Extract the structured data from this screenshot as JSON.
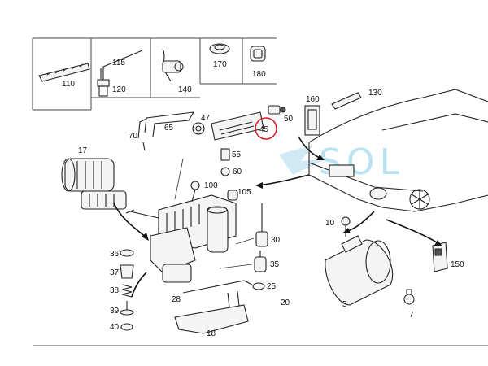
{
  "diagram": {
    "title": "Mercedes-Benz air suspension compressor parts diagram",
    "watermark": "SOL",
    "highlight_color": "#e0141e",
    "watermark_color": "#b9e3f2",
    "labels": [
      {
        "id": "110",
        "text": "110"
      },
      {
        "id": "115",
        "text": "115"
      },
      {
        "id": "120",
        "text": "120"
      },
      {
        "id": "140",
        "text": "140"
      },
      {
        "id": "170",
        "text": "170"
      },
      {
        "id": "180",
        "text": "180"
      },
      {
        "id": "130",
        "text": "130"
      },
      {
        "id": "160",
        "text": "160"
      },
      {
        "id": "47",
        "text": "47"
      },
      {
        "id": "70",
        "text": "70"
      },
      {
        "id": "65",
        "text": "65"
      },
      {
        "id": "45",
        "text": "45"
      },
      {
        "id": "50",
        "text": "50"
      },
      {
        "id": "55",
        "text": "55"
      },
      {
        "id": "60",
        "text": "60"
      },
      {
        "id": "17",
        "text": "17"
      },
      {
        "id": "100",
        "text": "100"
      },
      {
        "id": "105",
        "text": "105"
      },
      {
        "id": "10",
        "text": "10"
      },
      {
        "id": "30",
        "text": "30"
      },
      {
        "id": "35",
        "text": "35"
      },
      {
        "id": "25",
        "text": "25"
      },
      {
        "id": "20",
        "text": "20"
      },
      {
        "id": "36",
        "text": "36"
      },
      {
        "id": "37",
        "text": "37"
      },
      {
        "id": "38",
        "text": "38"
      },
      {
        "id": "39",
        "text": "39"
      },
      {
        "id": "40",
        "text": "40"
      },
      {
        "id": "28",
        "text": "28"
      },
      {
        "id": "18",
        "text": "18"
      },
      {
        "id": "5",
        "text": "5"
      },
      {
        "id": "7",
        "text": "7"
      },
      {
        "id": "150",
        "text": "150"
      }
    ]
  }
}
